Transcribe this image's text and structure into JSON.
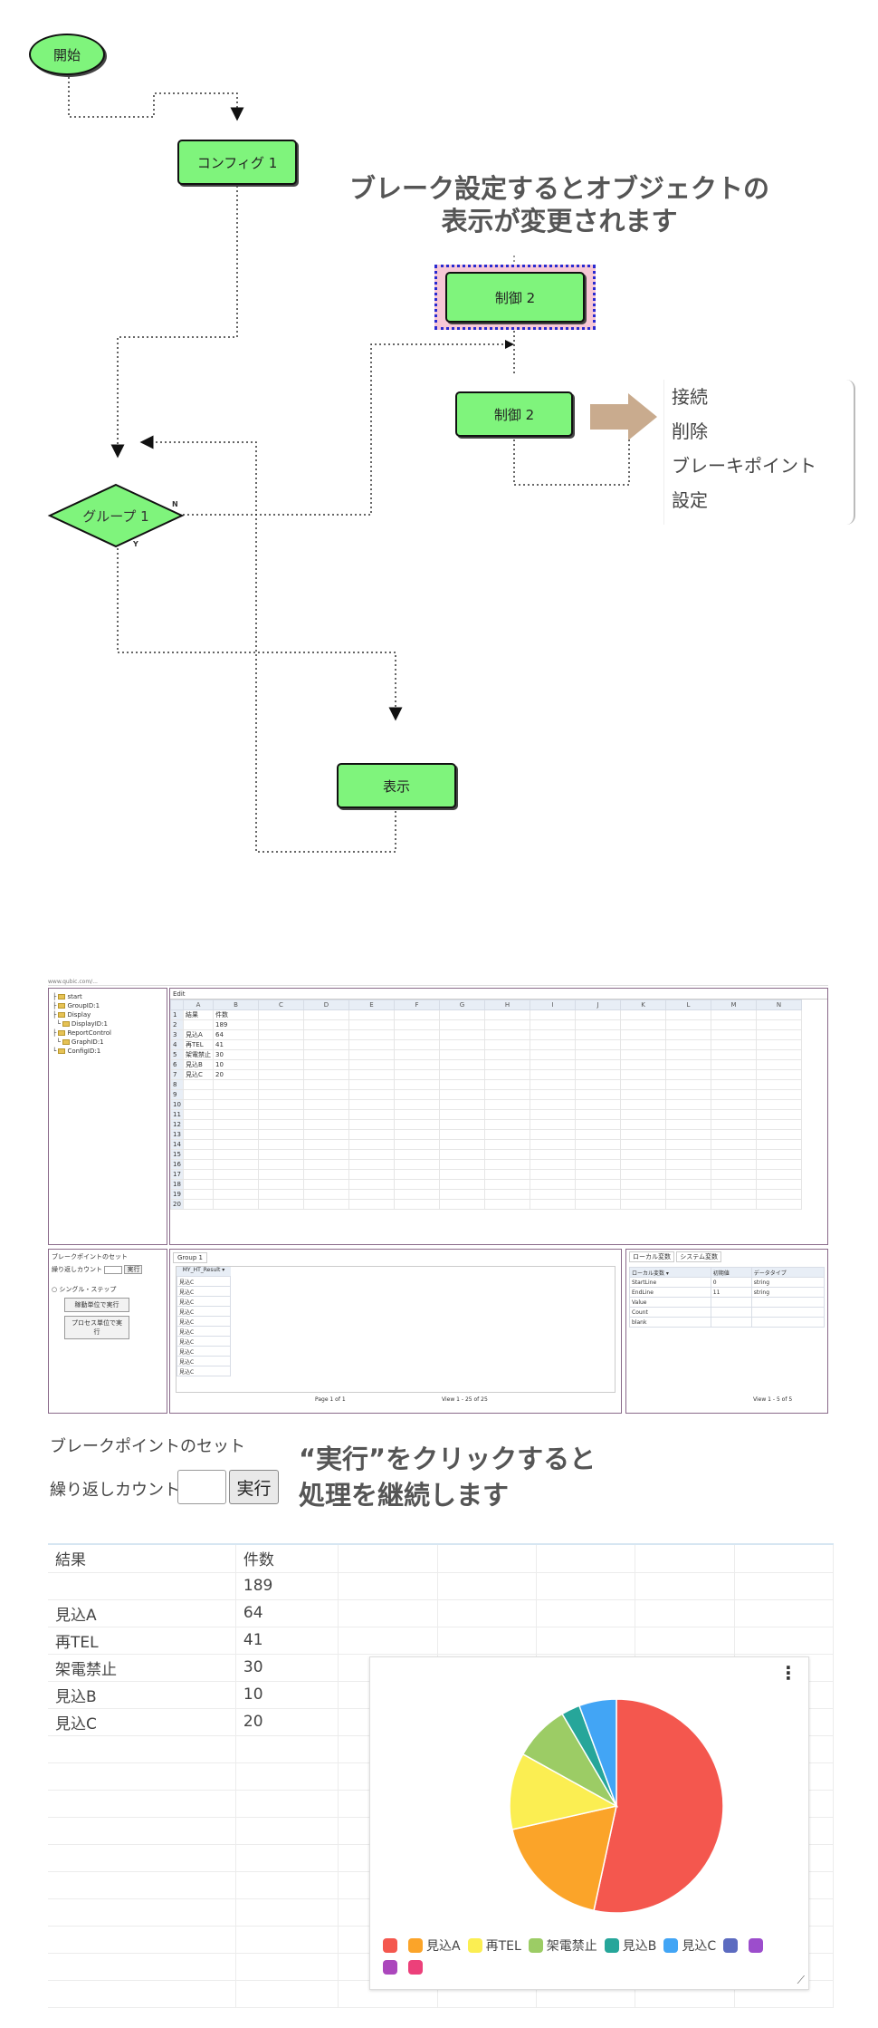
{
  "flowchart": {
    "start": "開始",
    "config": "コンフィグ 1",
    "control_highlight": "制御 2",
    "control": "制御 2",
    "group": "グループ 1",
    "display": "表示",
    "branch_n": "N",
    "branch_y": "Y"
  },
  "annotation_top": [
    "ブレーク設定するとオブジェクトの",
    "表示が変更されます"
  ],
  "context_menu": [
    "接続",
    "削除",
    "ブレーキポイント",
    "設定"
  ],
  "screenshot": {
    "url": "www.qubic.com/...",
    "tree": [
      "start",
      "GroupID:1",
      "Display",
      "DisplayID:1",
      "ReportControl",
      "GraphID:1",
      "ConfigID:1"
    ],
    "edit_tab": "Edit",
    "grid_cols": [
      "",
      "A",
      "B",
      "C",
      "D",
      "E",
      "F",
      "G",
      "H",
      "I",
      "J",
      "K",
      "L",
      "M",
      "N"
    ],
    "grid_rows": [
      [
        "1",
        "結果",
        "件数"
      ],
      [
        "2",
        "",
        "189"
      ],
      [
        "3",
        "見込A",
        "64"
      ],
      [
        "4",
        "再TEL",
        "41"
      ],
      [
        "5",
        "架電禁止",
        "30"
      ],
      [
        "6",
        "見込B",
        "10"
      ],
      [
        "7",
        "見込C",
        "20"
      ]
    ],
    "bp_title": "ブレークポイントのセット",
    "bp_count_label": "繰り返しカウント",
    "bp_run": "実行",
    "single_step": "シングル・ステップ",
    "step_btn_1": "稼動単位で実行",
    "step_btn_2": "プロセス単位で実行",
    "group_tab": "Group 1",
    "group_col": "MY_HT_Result ▾",
    "group_rows": [
      "見込C",
      "見込C",
      "見込C",
      "見込C",
      "見込C",
      "見込C",
      "見込C",
      "見込C",
      "見込C",
      "見込C"
    ],
    "group_pager": "Page 1 of 1",
    "group_view": "View 1 - 25 of 25",
    "var_tabs": [
      "ローカル変数",
      "システム変数"
    ],
    "var_cols": [
      "ローカル変数 ▾",
      "初期値",
      "データタイプ"
    ],
    "var_rows": [
      [
        "StartLine",
        "0",
        "string"
      ],
      [
        "EndLine",
        "11",
        "string"
      ],
      [
        "Value",
        "",
        ""
      ],
      [
        "Count",
        "",
        ""
      ],
      [
        "blank",
        "",
        ""
      ]
    ],
    "var_view": "View 1 - 5 of 5"
  },
  "breakpoint": {
    "title": "ブレークポイントのセット",
    "count_label": "繰り返しカウント",
    "run_button": "実行"
  },
  "annotation_bottom": [
    "“実行”をクリックすると",
    "処理を継続します"
  ],
  "sheet": {
    "rows": [
      [
        "結果",
        "件数"
      ],
      [
        "",
        "189"
      ],
      [
        "見込A",
        "64"
      ],
      [
        "再TEL",
        "41"
      ],
      [
        "架電禁止",
        "30"
      ],
      [
        "見込B",
        "10"
      ],
      [
        "見込C",
        "20"
      ]
    ]
  },
  "chart_data": {
    "type": "pie",
    "categories": [
      "",
      "見込A",
      "再TEL",
      "架電禁止",
      "見込B",
      "見込C"
    ],
    "values": [
      189,
      64,
      41,
      30,
      10,
      20
    ],
    "colors": [
      "#f4574e",
      "#fba429",
      "#fbee52",
      "#9ccc65",
      "#26a69a",
      "#42a5f5"
    ],
    "legend_extra_colors": [
      "#5c6bc0",
      "#9c4dcc",
      "#ab47bc",
      "#ec407a"
    ],
    "legend_position": "bottom"
  }
}
